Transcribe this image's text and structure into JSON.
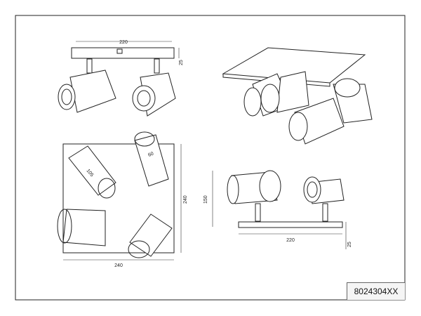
{
  "product_code": "8024304XX",
  "front_view": {
    "width_label": "220",
    "height_label": "25"
  },
  "top_view": {
    "spot_length_label": "105",
    "spot_diameter_label": "60",
    "width_label": "240",
    "height_label": "240"
  },
  "side_view": {
    "height_label": "150",
    "width_label": "220",
    "base_height_label": "25"
  }
}
